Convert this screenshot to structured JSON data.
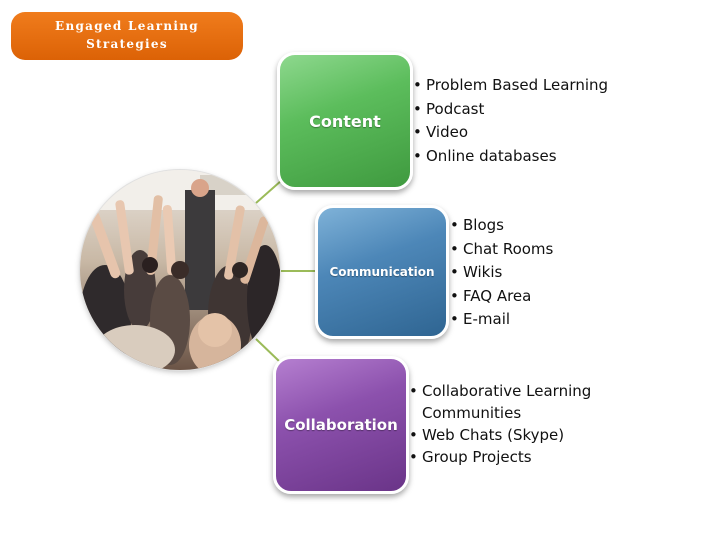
{
  "title": {
    "line1": "Engaged Learning",
    "line2": "Strategies"
  },
  "photo": {
    "icon": "classroom-raised-hands-photo"
  },
  "colors": {
    "title_pill": "#e36c0a",
    "content": "#5cbd5c",
    "communication": "#4d87b8",
    "collaboration": "#8c51ad",
    "connector": "#9bbb59"
  },
  "nodes": [
    {
      "label": "Content",
      "items": [
        "Problem Based Learning",
        "Podcast",
        "Video",
        "Online databases"
      ]
    },
    {
      "label": "Communication",
      "items": [
        "Blogs",
        "Chat Rooms",
        "Wikis",
        "FAQ Area",
        "E-mail"
      ]
    },
    {
      "label": "Collaboration",
      "items": [
        "Collaborative Learning Communities",
        "Web Chats (Skype)",
        "Group Projects"
      ]
    }
  ]
}
